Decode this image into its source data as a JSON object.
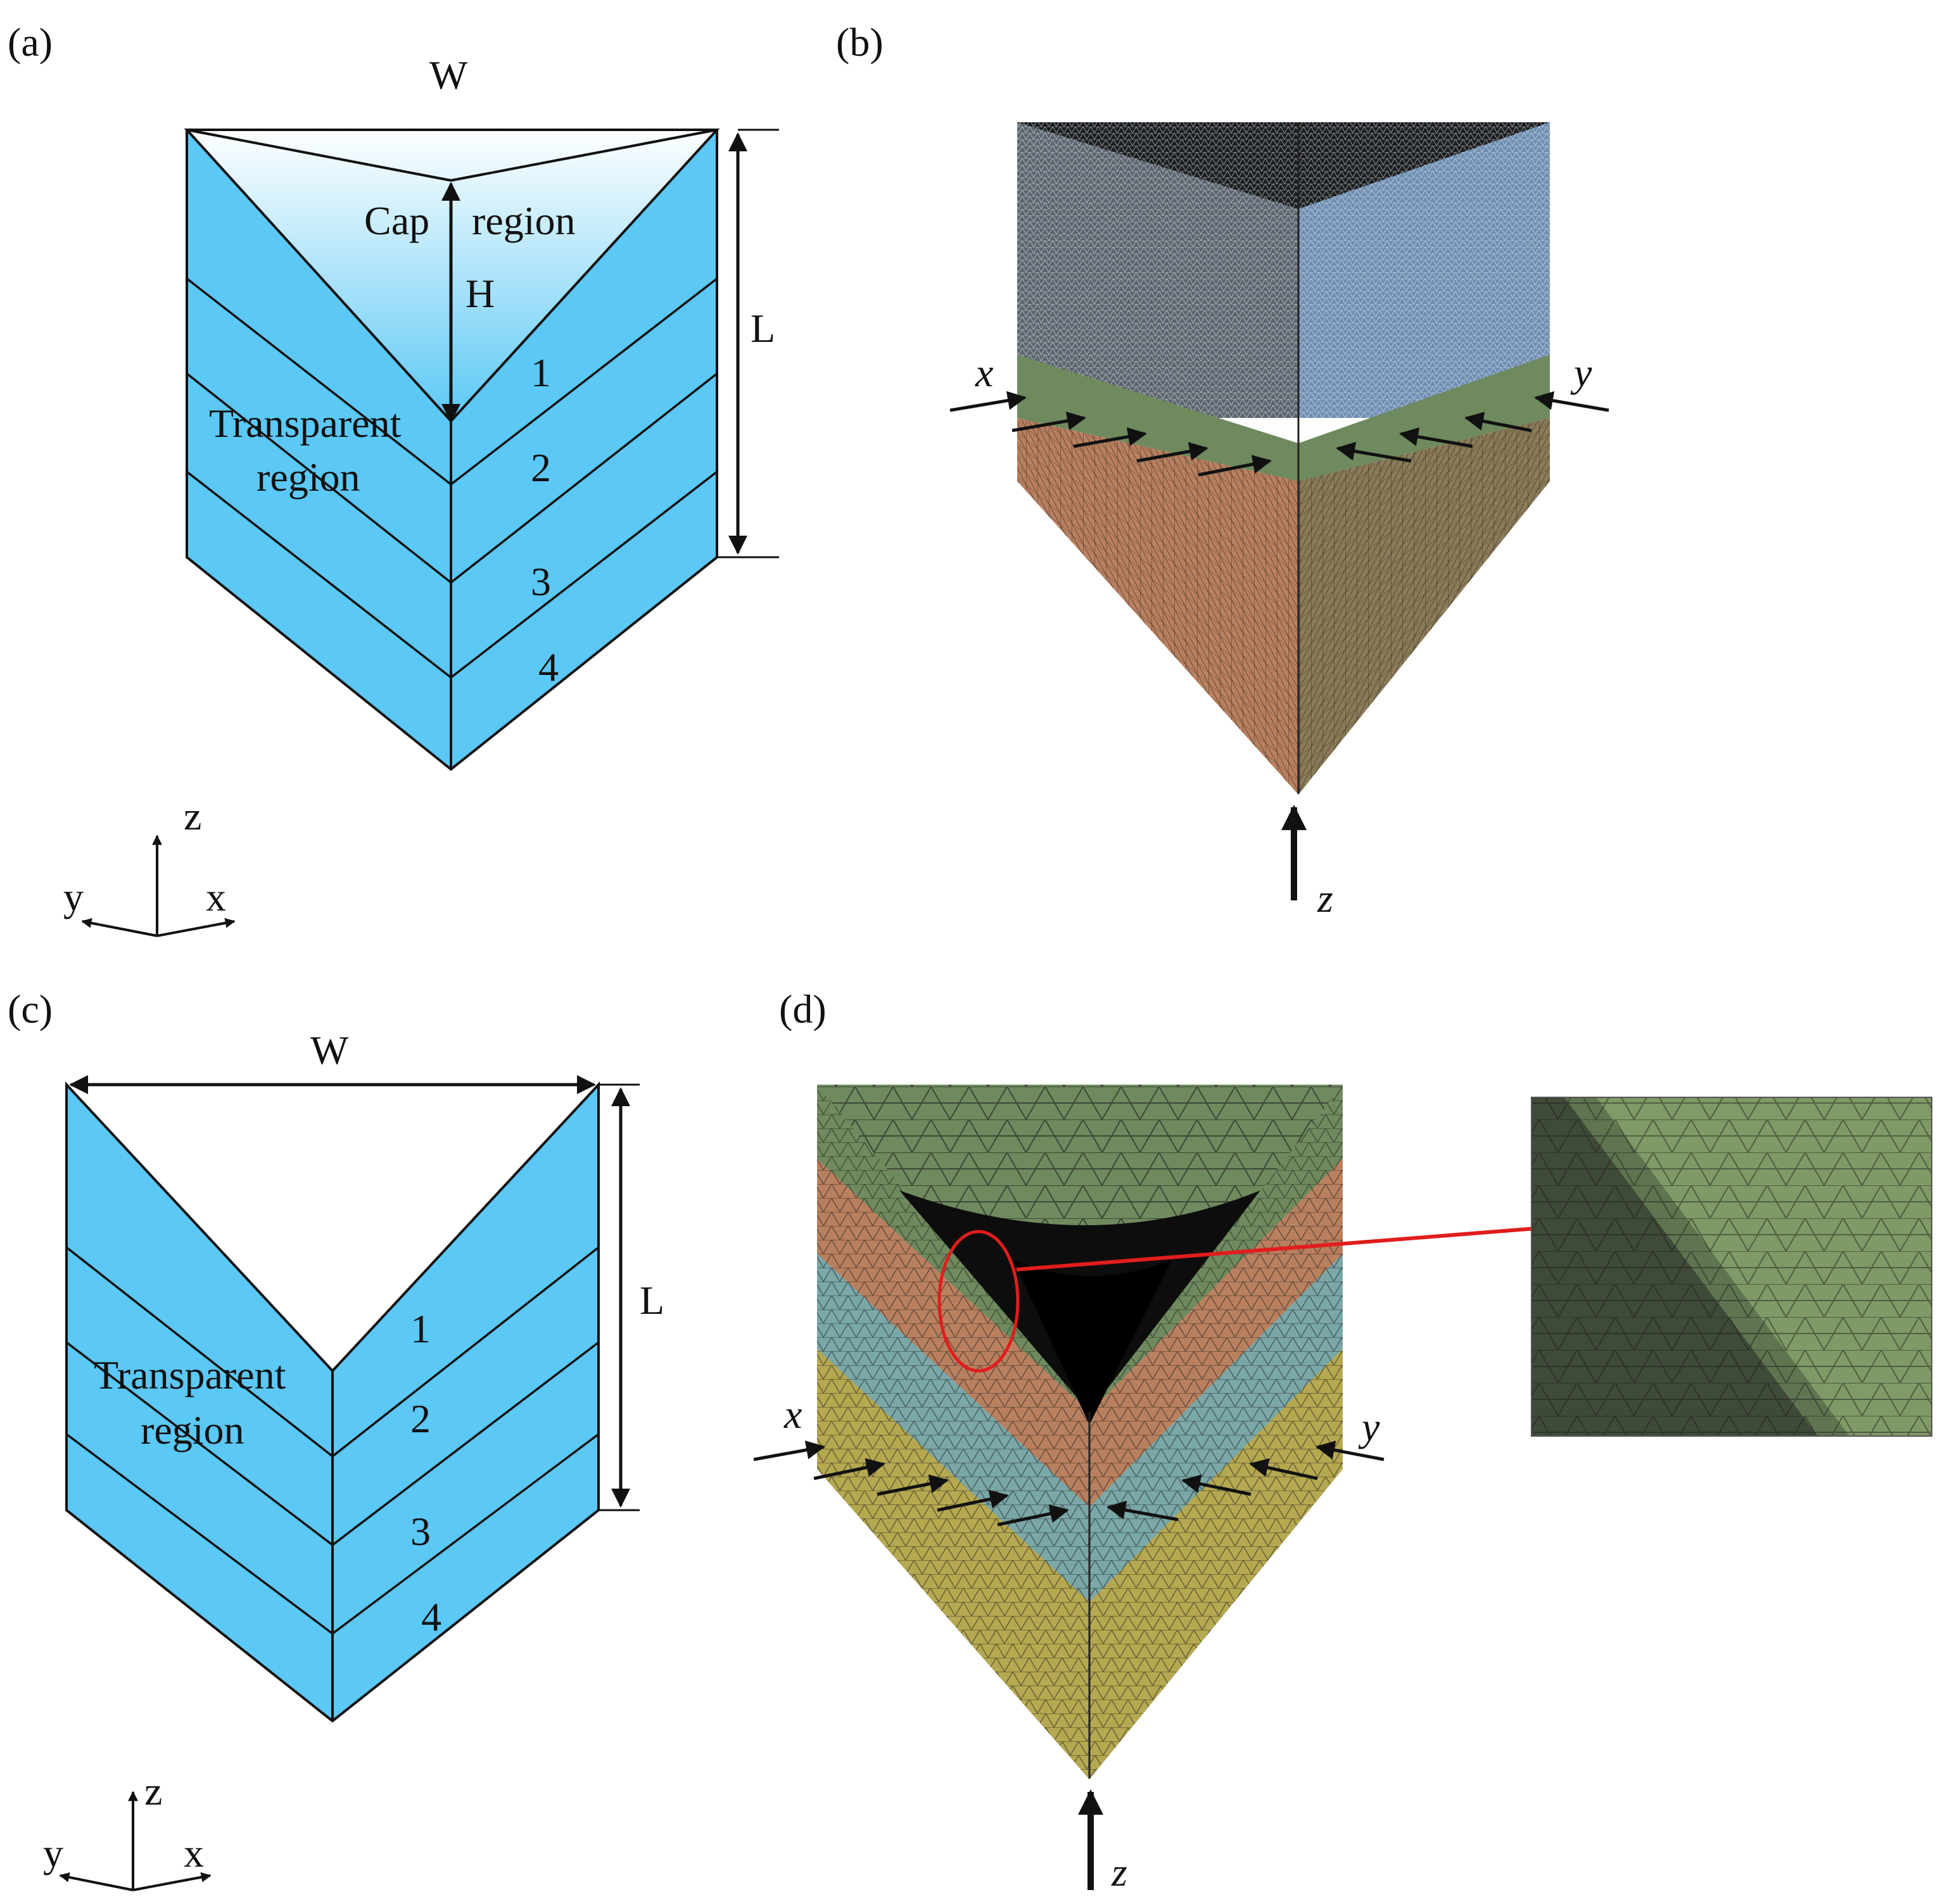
{
  "panels": {
    "a": {
      "tag": "(a)",
      "width_label": "W",
      "length_label": "L",
      "height_label": "H",
      "cap_label_1": "Cap",
      "cap_label_2": "region",
      "region_label_1": "Transparent",
      "region_label_2": "region",
      "layers": [
        "1",
        "2",
        "3",
        "4"
      ],
      "axes": {
        "z": "z",
        "y": "y",
        "x": "x"
      }
    },
    "b": {
      "tag": "(b)",
      "x_arrow": "x",
      "y_arrow": "y",
      "z_arrow": "z"
    },
    "c": {
      "tag": "(c)",
      "width_label": "W",
      "length_label": "L",
      "region_label_1": "Transparent",
      "region_label_2": "region",
      "layers": [
        "1",
        "2",
        "3",
        "4"
      ],
      "axes": {
        "z": "z",
        "y": "y",
        "x": "x"
      }
    },
    "d": {
      "tag": "(d)",
      "x_arrow": "x",
      "y_arrow": "y",
      "z_arrow": "z"
    }
  },
  "colors": {
    "fill_blue": "#5bc8f5",
    "cap_gradient_top": "#ffffff",
    "mesh_dark": "#3a3f44",
    "mesh_blue": "#6f8fb3",
    "mesh_green": "#6e8a5e",
    "mesh_orange": "#b9805f",
    "mesh_teal": "#7aa7a8",
    "mesh_yellow": "#b5a850",
    "zoom_green": "#7f9a66",
    "highlight_red": "#e11d1d"
  }
}
